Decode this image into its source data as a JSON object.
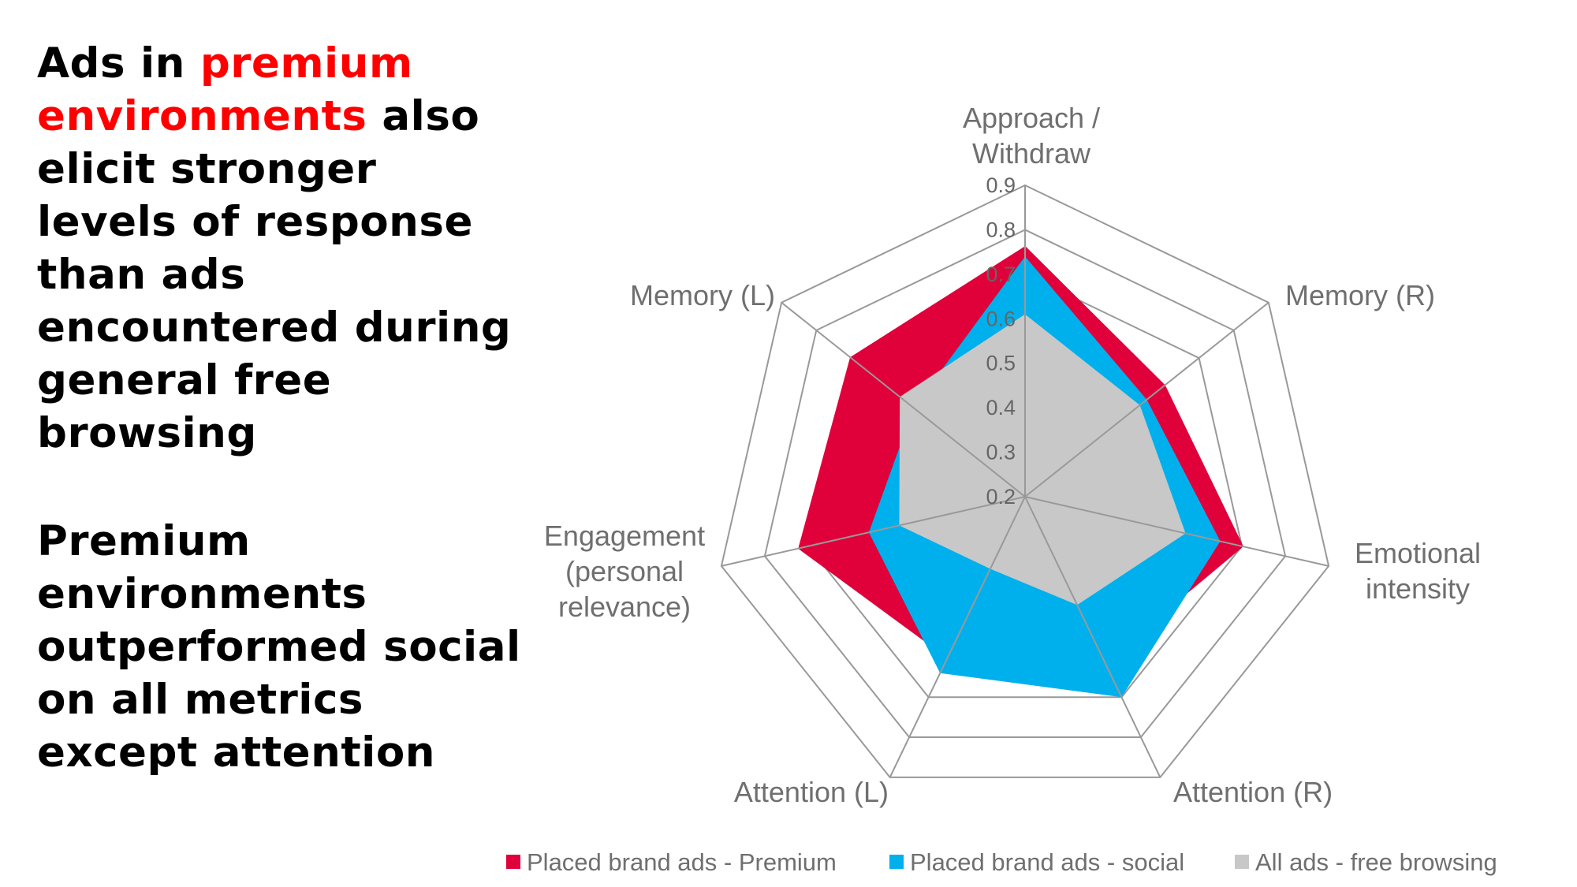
{
  "headline1": {
    "part1": "Ads in ",
    "highlight": "premium environments",
    "part2": " also elicit stronger levels of response than ads encountered during general free browsing"
  },
  "headline2": "Premium environments outperformed social on all metrics except attention",
  "chart_data": {
    "type": "radar",
    "categories": [
      "Approach / Withdraw",
      "Memory (R)",
      "Emotional intensity",
      "Attention (R)",
      "Attention (L)",
      "Engagement (personal relevance)",
      "Memory (L)"
    ],
    "axis_ticks": [
      "0.2",
      "0.3",
      "0.4",
      "0.5",
      "0.6",
      "0.7",
      "0.8",
      "0.9"
    ],
    "range": [
      0.2,
      0.9
    ],
    "series": [
      {
        "name": "Placed brand ads - Premium",
        "color": "#e0003a",
        "values": [
          0.76,
          0.6,
          0.7,
          0.61,
          0.6,
          0.72,
          0.7
        ]
      },
      {
        "name": "Placed brand ads - social",
        "color": "#00b0ec",
        "values": [
          0.74,
          0.55,
          0.65,
          0.7,
          0.64,
          0.56,
          0.52
        ]
      },
      {
        "name": "All ads - free browsing",
        "color": "#c8c8c8",
        "values": [
          0.61,
          0.53,
          0.57,
          0.47,
          0.38,
          0.49,
          0.56
        ]
      }
    ],
    "legend_position": "bottom",
    "grid": true
  }
}
